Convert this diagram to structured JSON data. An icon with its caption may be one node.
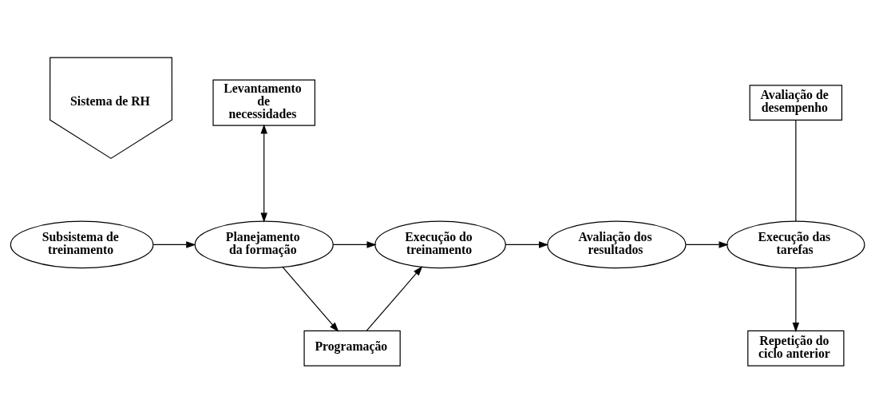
{
  "diagram": {
    "nodes": [
      {
        "text": [
          "Sistema de RH"
        ]
      },
      {
        "text": [
          "Levantamento de necessidades"
        ]
      },
      {
        "text": [
          "Avaliação de desempenho"
        ]
      },
      {
        "text": [
          "Subsistema de treinamento"
        ]
      },
      {
        "text": [
          "Planejamento da formação"
        ]
      },
      {
        "text": [
          "Execução do treinamento"
        ]
      },
      {
        "text": [
          "Avaliação dos resultados"
        ]
      },
      {
        "text": [
          "Execução das tarefas"
        ]
      },
      {
        "text": [
          "Programação"
        ]
      },
      {
        "text": [
          "Repetição do ciclo anterior"
        ]
      }
    ],
    "edges": [
      {
        "from": 3,
        "to": 4,
        "arrow": "to"
      },
      {
        "from": 1,
        "to": 4,
        "arrow": "both"
      },
      {
        "from": 4,
        "to": 5,
        "arrow": "to"
      },
      {
        "from": 5,
        "to": 6,
        "arrow": "to"
      },
      {
        "from": 6,
        "to": 7,
        "arrow": "to"
      },
      {
        "from": 2,
        "to": 7,
        "arrow": "none"
      },
      {
        "from": 4,
        "to": 8,
        "arrow": "to"
      },
      {
        "from": 8,
        "to": 5,
        "arrow": "to"
      },
      {
        "from": 7,
        "to": 9,
        "arrow": "to"
      }
    ]
  }
}
